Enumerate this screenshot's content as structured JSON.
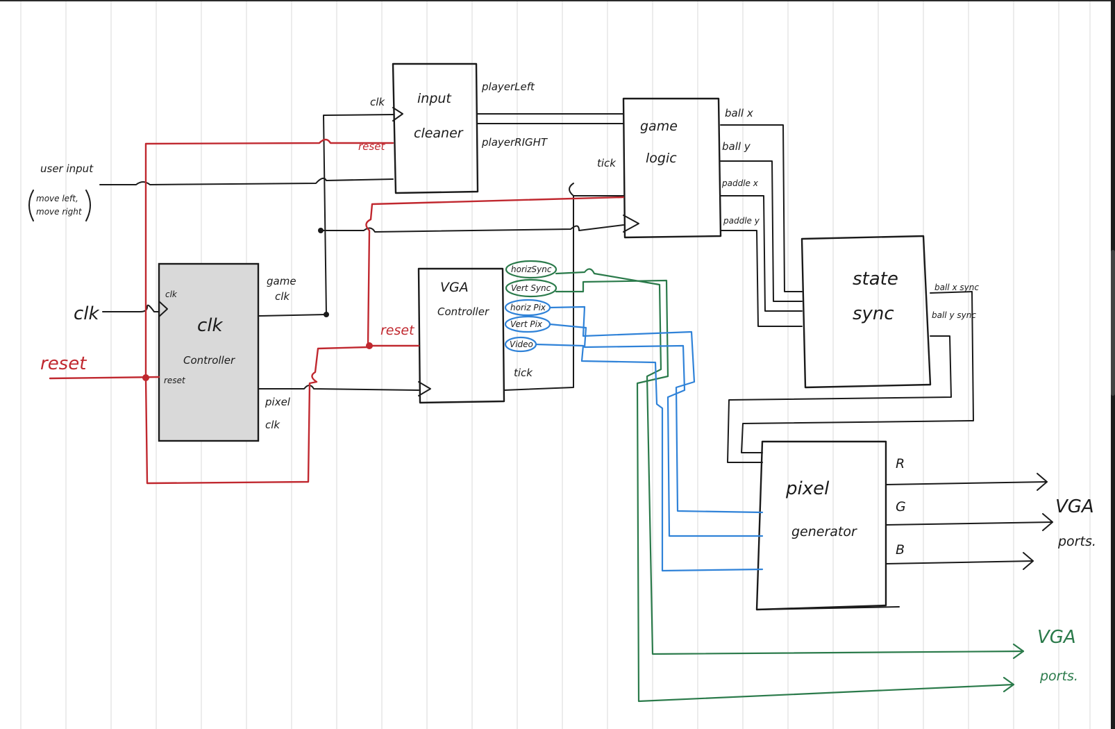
{
  "diagram": {
    "blocks": {
      "input_cleaner": {
        "line1": "input",
        "line2": "cleaner"
      },
      "game_logic": {
        "line1": "game",
        "line2": "logic"
      },
      "clk_controller": {
        "line1": "clk",
        "line2": "Controller"
      },
      "vga_controller": {
        "line1": "VGA",
        "line2": "Controller"
      },
      "state_sync": {
        "line1": "state",
        "line2": "sync"
      },
      "pixel_generator": {
        "line1": "pixel",
        "line2": "generator"
      }
    },
    "inputs": {
      "user_input": "user input",
      "user_input_note_1": "move left,",
      "user_input_note_2": "move right",
      "clk": "clk",
      "reset": "reset"
    },
    "ports": {
      "input_cleaner_clk": "clk",
      "input_cleaner_reset": "reset",
      "player_left": "playerLeft",
      "player_right": "playerRIGHT",
      "game_logic_tick": "tick",
      "ball_x": "ball x",
      "ball_y": "ball y",
      "paddle_x": "paddle x",
      "paddle_y": "paddle y",
      "clk_ctrl_clk": "clk",
      "clk_ctrl_reset": "reset",
      "game_clk_1": "game",
      "game_clk_2": "clk",
      "pixel_clk_1": "pixel",
      "pixel_clk_2": "clk",
      "vga_reset": "reset",
      "horiz_sync": "horizSync",
      "vert_sync": "Vert Sync",
      "horiz_pix": "horiz Pix",
      "vert_pix": "Vert Pix",
      "video": "Video",
      "vga_tick": "tick",
      "ball_x_sync": "ball x sync",
      "ball_y_sync": "ball y sync",
      "r": "R",
      "g": "G",
      "b": "B"
    },
    "outputs": {
      "vga_ports_rgb_1": "VGA",
      "vga_ports_rgb_2": "ports.",
      "vga_ports_sync_1": "VGA",
      "vga_ports_sync_2": "ports."
    },
    "colors": {
      "wire": "#1a1a1a",
      "reset_wire": "#c0282f",
      "sync_wire": "#2a7a4a",
      "pixel_wire": "#2f82d8",
      "clk_controller_fill": "#d9d9d9"
    }
  }
}
